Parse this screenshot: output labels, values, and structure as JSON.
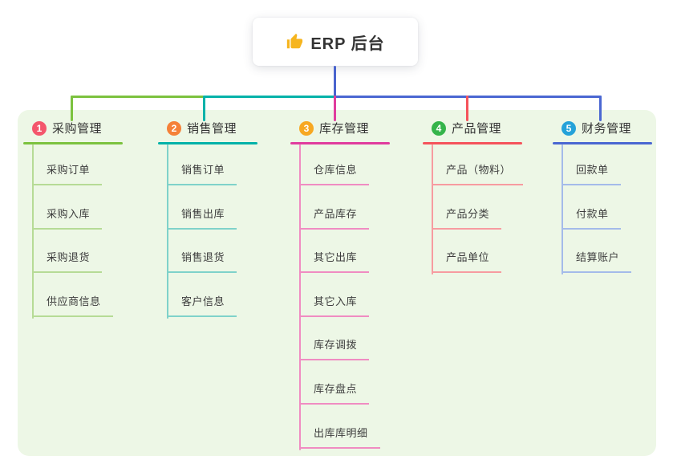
{
  "root": {
    "label": "ERP 后台",
    "icon": "thumbs-up-icon",
    "icon_color": "#f6b51e"
  },
  "canvas": {
    "background": "#ffffff",
    "panel_background": "#edf7e6",
    "root_connector_color": "#4a64ce"
  },
  "diagram": {
    "type": "mindmap",
    "branches": [
      {
        "index": "1",
        "label": "采购管理",
        "badge_color": "#f4566c",
        "line_color": "#7cc23f",
        "child_line_color": "#b6db96",
        "children": [
          "采购订单",
          "采购入库",
          "采购退货",
          "供应商信息"
        ]
      },
      {
        "index": "2",
        "label": "销售管理",
        "badge_color": "#f58138",
        "line_color": "#00b2a9",
        "child_line_color": "#7fd2ca",
        "children": [
          "销售订单",
          "销售出库",
          "销售退货",
          "客户信息"
        ]
      },
      {
        "index": "3",
        "label": "库存管理",
        "badge_color": "#f7a822",
        "line_color": "#e03c9e",
        "child_line_color": "#f08cc2",
        "children": [
          "仓库信息",
          "产品库存",
          "其它出库",
          "其它入库",
          "库存调拨",
          "库存盘点",
          "出库库明细"
        ]
      },
      {
        "index": "4",
        "label": "产品管理",
        "badge_color": "#35b44a",
        "line_color": "#f5535b",
        "child_line_color": "#f79ba0",
        "children": [
          "产品（物料）",
          "产品分类",
          "产品单位"
        ]
      },
      {
        "index": "5",
        "label": "财务管理",
        "badge_color": "#25a2d9",
        "line_color": "#4a67d2",
        "child_line_color": "#a4bbea",
        "children": [
          "回款单",
          "付款单",
          "结算账户"
        ]
      }
    ]
  }
}
